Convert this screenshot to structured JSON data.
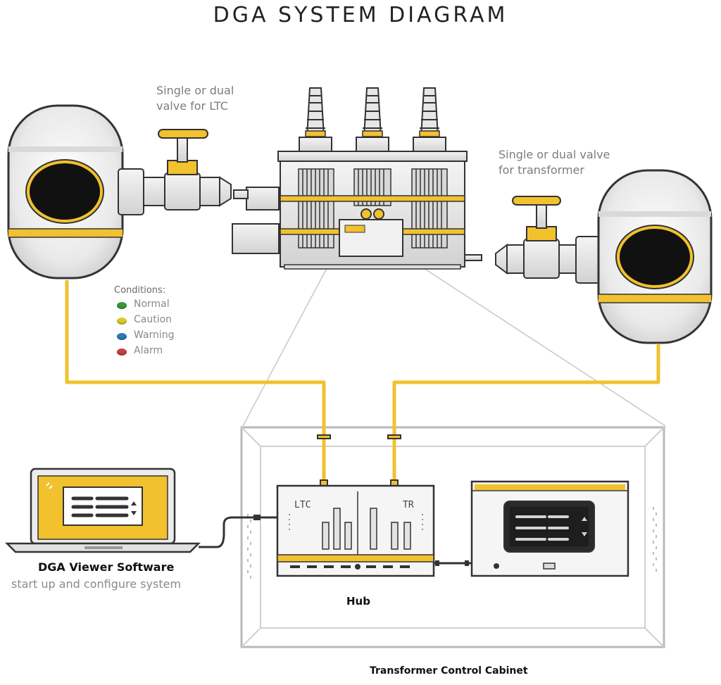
{
  "title": "DGA SYSTEM DIAGRAM",
  "callouts": {
    "ltc_valve_line1": "Single or dual",
    "ltc_valve_line2": "valve for LTC",
    "tr_valve_line1": "Single or dual valve",
    "tr_valve_line2": "for transformer"
  },
  "conditions": {
    "heading": "Conditions:",
    "items": [
      {
        "label": "Normal",
        "color": "#3a9a3a"
      },
      {
        "label": "Caution",
        "color": "#d8cc2a"
      },
      {
        "label": "Warning",
        "color": "#2e79b8"
      },
      {
        "label": "Alarm",
        "color": "#c74046"
      }
    ]
  },
  "software": {
    "title": "DGA Viewer Software",
    "subtitle": "start up and configure system"
  },
  "hub": {
    "label": "Hub",
    "ltc_label": "LTC",
    "tr_label": "TR"
  },
  "cabinet_label": "Transformer Control Cabinet",
  "colors": {
    "accent_yellow": "#f2c12e",
    "outline": "#333333",
    "line_gray": "#bbbbbb"
  }
}
